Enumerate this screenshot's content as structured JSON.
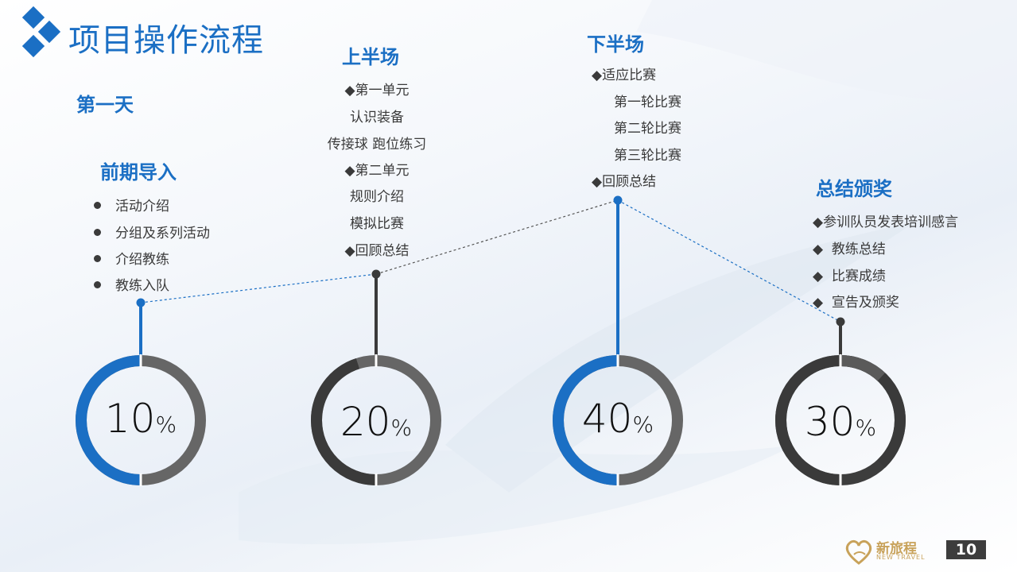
{
  "title": "项目操作流程",
  "day": "第一天",
  "colors": {
    "blue": "#1b6fc4",
    "dark": "#3a3a3a",
    "gray": "#5c5c5c",
    "track_gray": "#666666"
  },
  "stages": [
    {
      "heading": "前期导入",
      "items": [
        "活动介绍",
        "分组及系列活动",
        "介绍教练",
        "教练入队"
      ],
      "percent_num": "10",
      "percent_sign": "%",
      "value": 0.1,
      "accent": "blue"
    },
    {
      "heading": "上半场",
      "items": [
        "◆第一单元",
        "认识装备",
        "传接球 跑位练习",
        "◆第二单元",
        "规则介绍",
        "模拟比赛",
        "◆回顾总结"
      ],
      "percent_num": "20",
      "percent_sign": "%",
      "value": 0.2,
      "accent": "dark"
    },
    {
      "heading": "下半场",
      "items": [
        "◆适应比赛",
        "第一轮比赛",
        "第二轮比赛",
        "第三轮比赛",
        "◆回顾总结"
      ],
      "percent_num": "40",
      "percent_sign": "%",
      "value": 0.4,
      "accent": "blue"
    },
    {
      "heading": "总结颁奖",
      "items": [
        "◆参训队员发表培训感言",
        "◆  教练总结",
        "◆  比赛成绩",
        "◆  宣告及颁奖"
      ],
      "percent_num": "30",
      "percent_sign": "%",
      "value": 0.3,
      "accent": "dark"
    }
  ],
  "footer": {
    "brand_cn": "新旅程",
    "brand_en": "NEW TRAVEL",
    "page": "10"
  }
}
